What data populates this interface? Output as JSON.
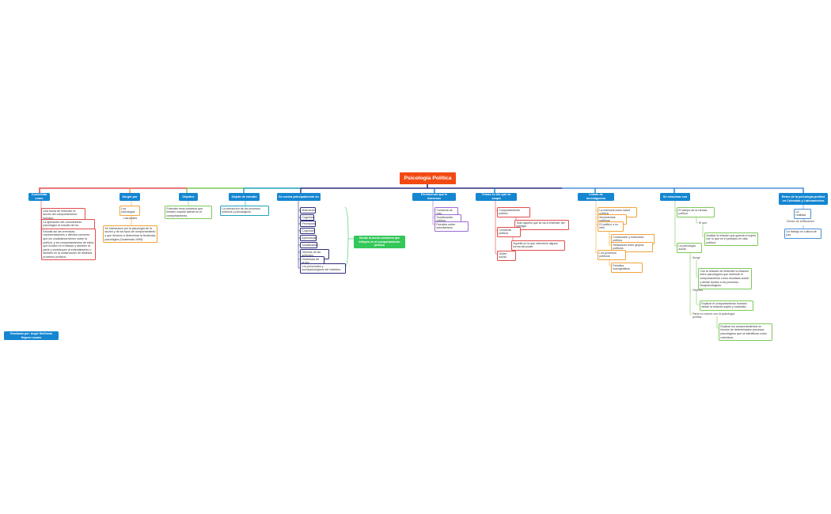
{
  "title": "Psicología Política",
  "credit": "Realizado por: Angie Stefhania Segura Lozano",
  "branches": [
    {
      "header": "Concebida como",
      "items": [
        "Una forma de entender la acción del comportamiento humano",
        "La aplicación del conocimiento psicológico al estudio de los fenómenos políticos",
        "Estudia así las creencias, representaciones o afectos comunes que los ciudadanos tienen sobre la política, y los comportamientos de estos que inciden en el estado y también la parte y contribuyen al entendimiento o también en la construcción de distintos procesos políticos."
      ]
    },
    {
      "header": "Surgió por",
      "items": [
        "Los psicólogos",
        "Las cuales",
        "Se interesaron por la psicología de la acción y de los tipos de comportamiento y que llevaron a determinar la tendencia psicológica (Guatemala 1995)."
      ]
    },
    {
      "header": "Objetivo",
      "items": [
        "Entender esos procesos que tienden cuando alterar en el comportamiento."
      ]
    },
    {
      "header": "Objeto de estudio",
      "items": [
        "La interacción de los procesos políticos y psicológicos."
      ]
    },
    {
      "header": "Se centra principalmente en",
      "items": [
        "Motivación",
        "Cognición",
        "Percepción",
        "Cognición",
        "Aprendizaje",
        "Socialización",
        "Génesis de las actitudes",
        "Dinámicas de grupo",
        "Los personales y sociopsicológicos del individuo"
      ],
      "note": "Dónde la teoría considera que influyen en el comportamiento político"
    },
    {
      "header": "Fenómenos que le interesan",
      "items": [
        "Conducta de voto",
        "Socialización política",
        "Estudios sobre autoritarismo"
      ]
    },
    {
      "header": "Temas en los que se ocupa",
      "items": [
        "Comportamiento político",
        "Todo aquello que se da a entender del sufragio",
        "Conducta política",
        "Aquella en la que interviene alguna forma del poder",
        "Orden social"
      ]
    },
    {
      "header": "Líneas de investigación",
      "items": [
        "La memoria como salud política",
        "Movimientos políticos",
        "El político o su bien",
        "Conducción y estructura política",
        "Relaciones entre grupos políticos",
        "Los procesos políticos",
        "Estudios monográficos"
      ]
    },
    {
      "header": "Se relaciona con",
      "items": [
        "El campo de la ciencia política",
        "El que",
        "Analiza la relación que guarda el sujeto con lo que es el principio en vida política.",
        "La psicología social",
        "Surge",
        "Con la relación de entender la relación entre psicológicos que entiende el comportamiento como resultado social y desde fondos a los procesos intrapsicológicos.",
        "Objetivo",
        "Explicar el comportamiento humano desde la relación sujeto y sociedad.",
        "Parte en común con la psicología política",
        "Explicar los comportamientos en función de determinados procesos psicológicos que se identifican como colectivos."
      ]
    },
    {
      "header": "Retos de la psicología política en Colombia y Latinoamérica",
      "items": [
        "La realidad",
        "Dentro de la situación",
        "Un trabajo en cultura de paz"
      ]
    }
  ],
  "colors": {
    "root": "#f24a12",
    "header": "#1586d1",
    "red": "#e24d4d",
    "orange": "#f2a33a",
    "green": "#7ec95b",
    "teal": "#1fa3b8",
    "purple": "#2d2c7e",
    "gray": "#999999"
  }
}
